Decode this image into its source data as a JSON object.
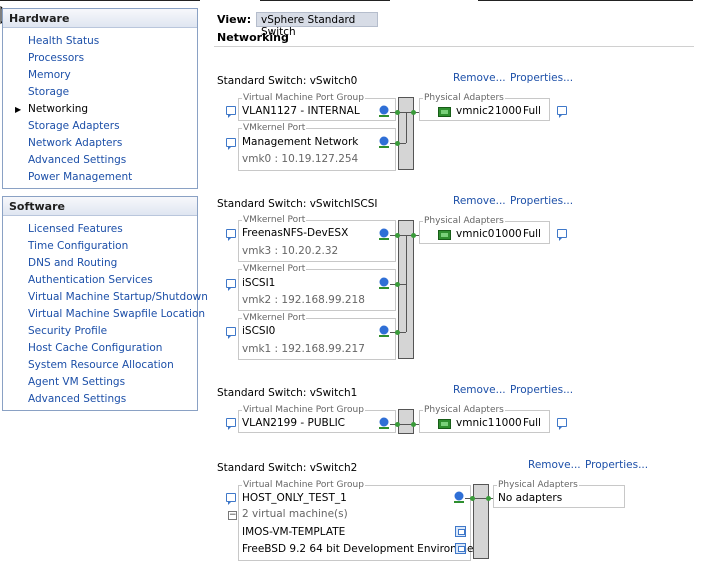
{
  "hardware_panel": {
    "title": "Hardware",
    "items": [
      {
        "label": "Health Status"
      },
      {
        "label": "Processors"
      },
      {
        "label": "Memory"
      },
      {
        "label": "Storage"
      },
      {
        "label": "Networking"
      },
      {
        "label": "Storage Adapters"
      },
      {
        "label": "Network Adapters"
      },
      {
        "label": "Advanced Settings"
      },
      {
        "label": "Power Management"
      }
    ]
  },
  "software_panel": {
    "title": "Software",
    "items": [
      {
        "label": "Licensed Features"
      },
      {
        "label": "Time Configuration"
      },
      {
        "label": "DNS and Routing"
      },
      {
        "label": "Authentication Services"
      },
      {
        "label": "Virtual Machine Startup/Shutdown"
      },
      {
        "label": "Virtual Machine Swapfile Location"
      },
      {
        "label": "Security Profile"
      },
      {
        "label": "Host Cache Configuration"
      },
      {
        "label": "System Resource Allocation"
      },
      {
        "label": "Agent VM Settings"
      },
      {
        "label": "Advanced Settings"
      }
    ]
  },
  "view": {
    "label": "View:",
    "value": "vSphere Standard Switch"
  },
  "section_title": "Networking",
  "switches": [
    {
      "title": "Standard Switch: vSwitch0",
      "remove": "Remove...",
      "properties": "Properties...",
      "groups": [
        {
          "caption": "Virtual Machine Port Group",
          "name": "VLAN1127 - INTERNAL"
        },
        {
          "caption": "VMkernel Port",
          "name": "Management Network",
          "ip": "vmk0 : 10.19.127.254"
        }
      ],
      "adapters": {
        "caption": "Physical Adapters",
        "nic": "vmnic2",
        "speed": "1000",
        "duplex": "Full"
      }
    },
    {
      "title": "Standard Switch: vSwitchISCSI",
      "remove": "Remove...",
      "properties": "Properties...",
      "groups": [
        {
          "caption": "VMkernel Port",
          "name": "FreenasNFS-DevESX",
          "ip": "vmk3 : 10.20.2.32"
        },
        {
          "caption": "VMkernel Port",
          "name": "iSCSI1",
          "ip": "vmk2 : 192.168.99.218"
        },
        {
          "caption": "VMkernel Port",
          "name": "iSCSI0",
          "ip": "vmk1 : 192.168.99.217"
        }
      ],
      "adapters": {
        "caption": "Physical Adapters",
        "nic": "vmnic0",
        "speed": "1000",
        "duplex": "Full"
      }
    },
    {
      "title": "Standard Switch: vSwitch1",
      "remove": "Remove...",
      "properties": "Properties...",
      "groups": [
        {
          "caption": "Virtual Machine Port Group",
          "name": "VLAN2199 - PUBLIC"
        }
      ],
      "adapters": {
        "caption": "Physical Adapters",
        "nic": "vmnic1",
        "speed": "1000",
        "duplex": "Full"
      }
    },
    {
      "title": "Standard Switch: vSwitch2",
      "remove": "Remove...",
      "properties": "Properties...",
      "groups": [
        {
          "caption": "Virtual Machine Port Group",
          "name": "HOST_ONLY_TEST_1",
          "vm_count": "2 virtual machine(s)",
          "vms": [
            {
              "name": "IMOS-VM-TEMPLATE"
            },
            {
              "name": "FreeBSD 9.2 64 bit Development Environme..."
            }
          ]
        }
      ],
      "adapters": {
        "caption": "Physical Adapters",
        "none_text": "No adapters"
      }
    }
  ],
  "colors": {
    "link": "#1c4fa8",
    "panel_border": "#8aa1c4",
    "nic_green": "#2f8f2f",
    "trunk_gray": "#d5d5d5"
  }
}
